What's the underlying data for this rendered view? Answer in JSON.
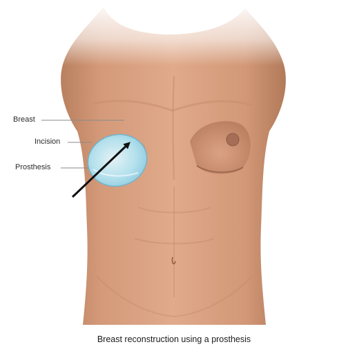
{
  "labels": {
    "breast": "Breast",
    "incision": "Incision",
    "prosthesis": "Prosthesis"
  },
  "caption": "Breast reconstruction using a prosthesis",
  "colors": {
    "skin": "#d9a182",
    "skin_shadow": "#b87b5c",
    "prosthesis": "#a9dff0",
    "arrow": "#111111",
    "leader_line": "#8a8a8a"
  }
}
